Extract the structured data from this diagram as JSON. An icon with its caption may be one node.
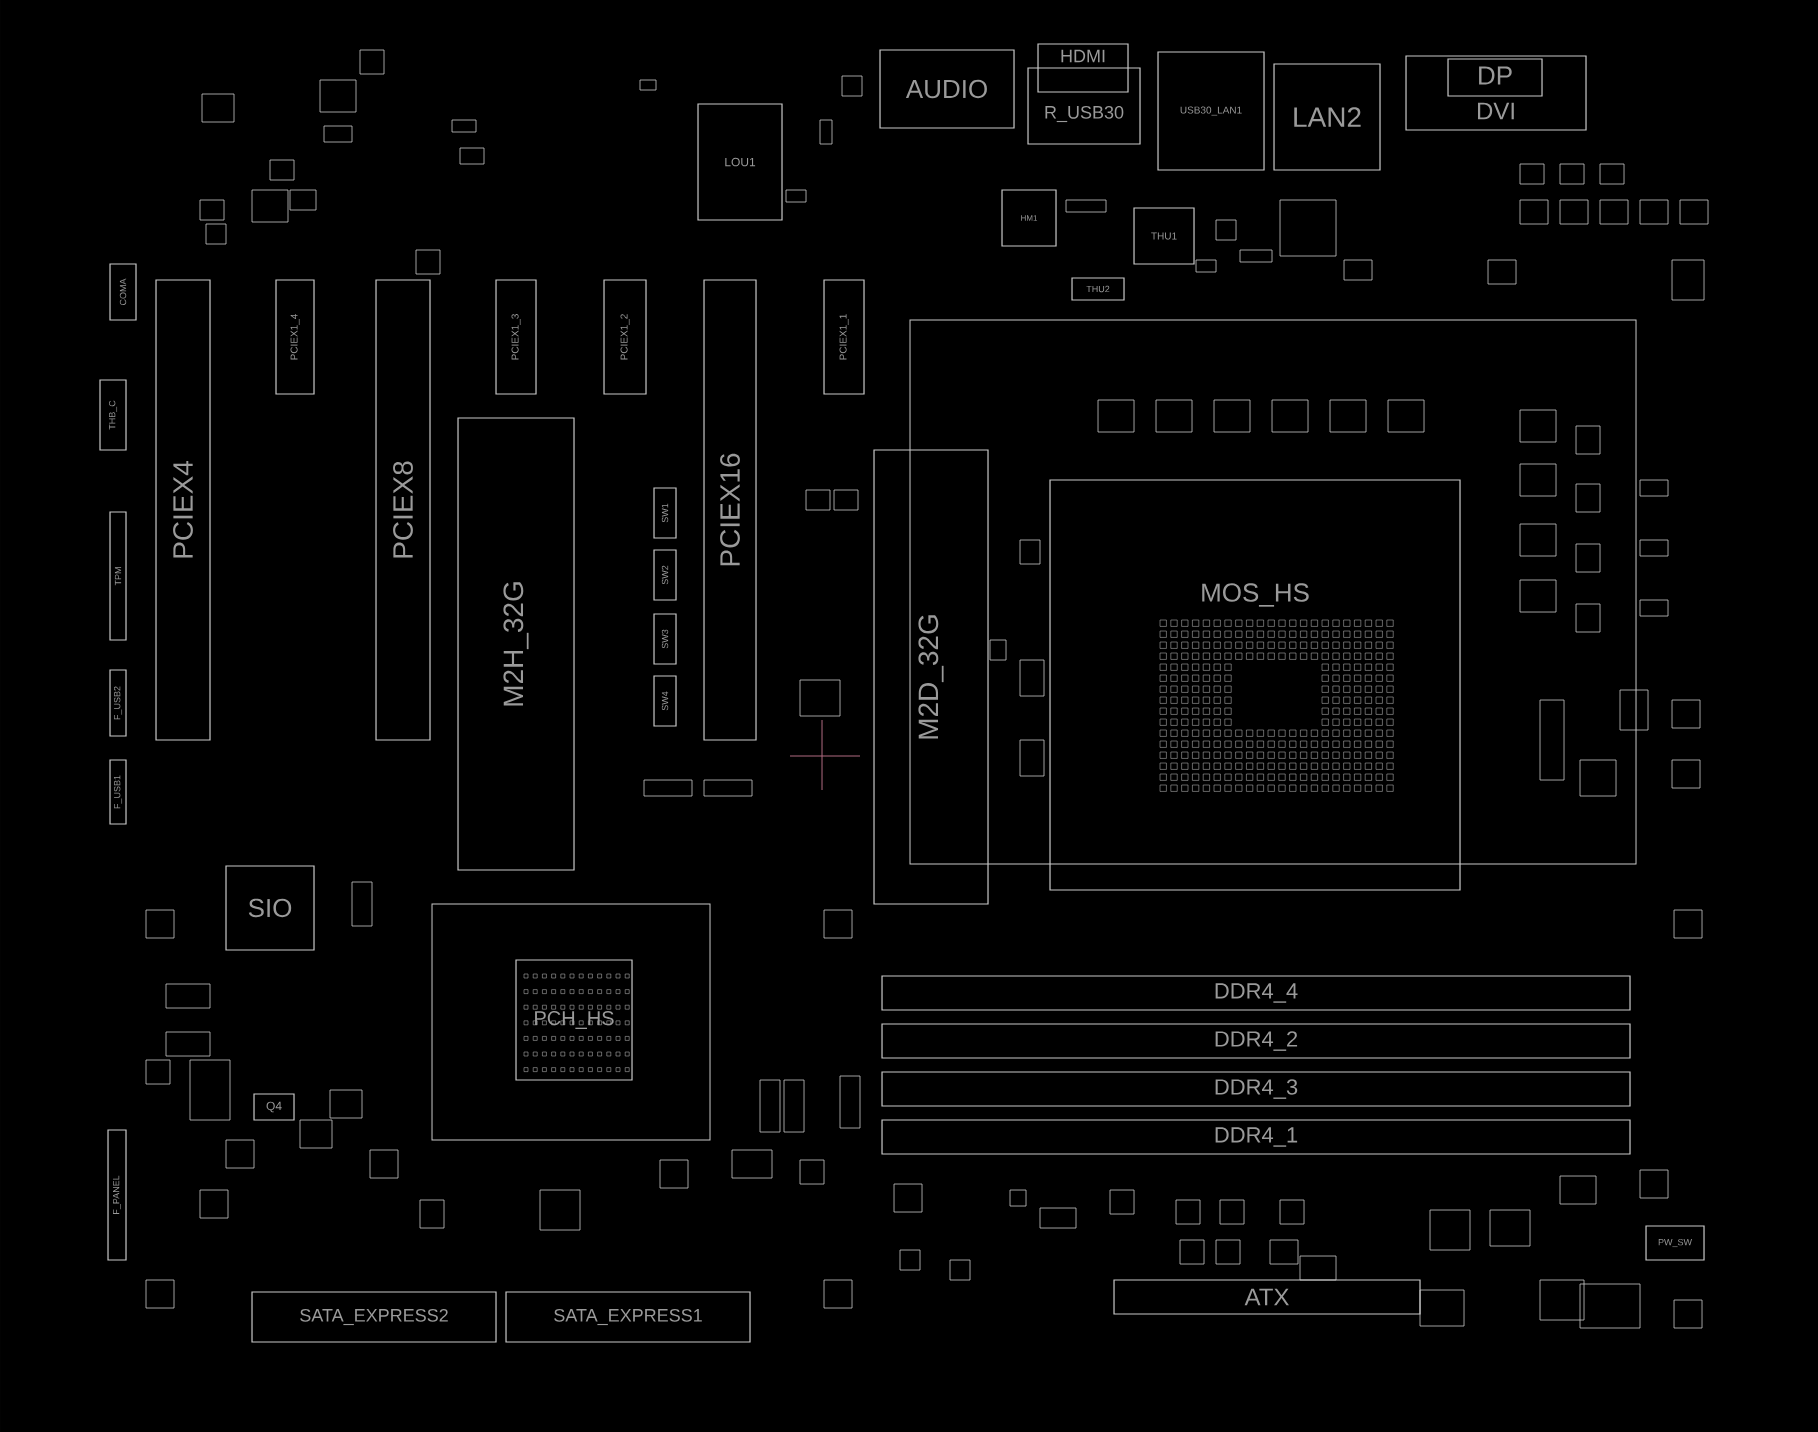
{
  "diagram": {
    "nodes": [
      {
        "text": [
          "AUDIO"
        ]
      },
      {
        "text": [
          "HDMI"
        ]
      },
      {
        "text": [
          "R_USB30"
        ]
      },
      {
        "text": [
          "USB30_LAN1"
        ]
      },
      {
        "text": [
          "LAN2"
        ]
      },
      {
        "text": [
          "DP"
        ],
        "in": 6
      },
      {
        "text": [
          "DVI"
        ]
      },
      {
        "text": [
          "LOU1"
        ]
      },
      {
        "text": [
          "HM1"
        ]
      },
      {
        "text": [
          "THU1"
        ]
      },
      {
        "text": [
          "THU2"
        ]
      },
      {
        "text": [
          "COMA"
        ]
      },
      {
        "text": [
          "PCIEX4"
        ]
      },
      {
        "text": [
          "PCIEX1_4"
        ]
      },
      {
        "text": [
          "PCIEX8"
        ]
      },
      {
        "text": [
          "PCIEX1_3"
        ]
      },
      {
        "text": [
          "PCIEX1_2"
        ]
      },
      {
        "text": [
          "PCIEX16"
        ]
      },
      {
        "text": [
          "PCIEX1_1"
        ]
      },
      {
        "text": [
          "THB_C"
        ]
      },
      {
        "text": [
          "M2H_32G"
        ]
      },
      {
        "text": [
          "SW1"
        ]
      },
      {
        "text": [
          "SW2"
        ]
      },
      {
        "text": [
          "SW3"
        ]
      },
      {
        "text": [
          "SW4"
        ]
      },
      {
        "text": [
          "M2D_32G"
        ]
      },
      {
        "text": [
          "MOS_HS"
        ]
      },
      {
        "text": [
          "TPM"
        ]
      },
      {
        "text": [
          "F_USB2"
        ]
      },
      {
        "text": [
          "F_USB1"
        ]
      },
      {
        "text": [
          "SIO"
        ]
      },
      {
        "text": [
          "PCH_HS"
        ]
      },
      {
        "text": [
          "DDR4_4"
        ]
      },
      {
        "text": [
          "DDR4_2"
        ]
      },
      {
        "text": [
          "DDR4_3"
        ]
      },
      {
        "text": [
          "DDR4_1"
        ]
      },
      {
        "text": [
          "Q4"
        ]
      },
      {
        "text": [
          "F_PANEL"
        ]
      },
      {
        "text": [
          "PW_SW"
        ]
      },
      {
        "text": [
          "ATX"
        ]
      },
      {
        "text": [
          "SATA_EXPRESS2"
        ]
      },
      {
        "text": [
          "SATA_EXPRESS1"
        ]
      }
    ]
  }
}
